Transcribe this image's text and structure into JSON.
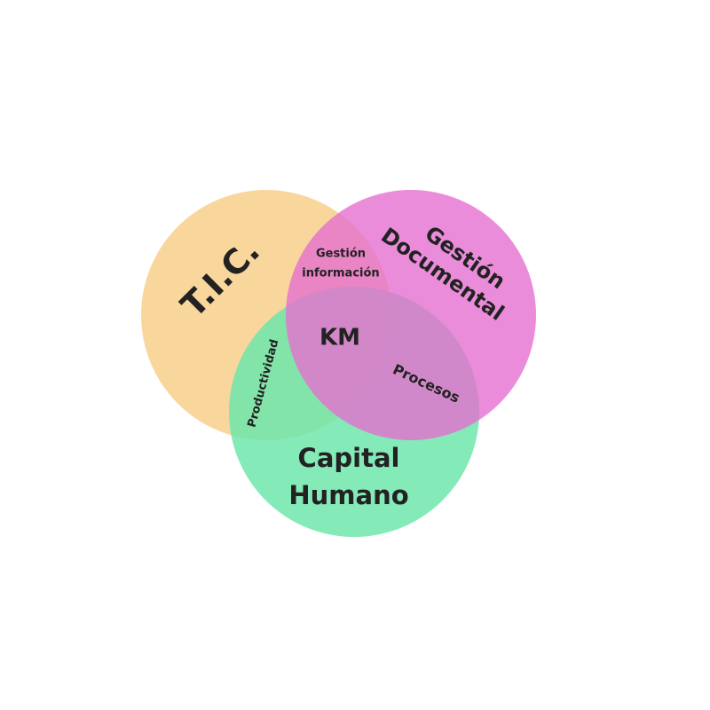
{
  "diagram": {
    "type": "venn",
    "sets": [
      {
        "label": "T.I.C.",
        "color": "#f9d79c"
      },
      {
        "label_line1": "Gestión",
        "label_line2": "Documental",
        "color": "#e56fd0"
      },
      {
        "label_line1": "Capital",
        "label_line2": "Humano",
        "color": "#6fe6ab"
      }
    ],
    "intersections": {
      "tic_gestion_line1": "Gestión",
      "tic_gestion_line2": "información",
      "tic_capital": "Productividad",
      "gestion_capital": "Procesos",
      "all": "KM"
    }
  }
}
